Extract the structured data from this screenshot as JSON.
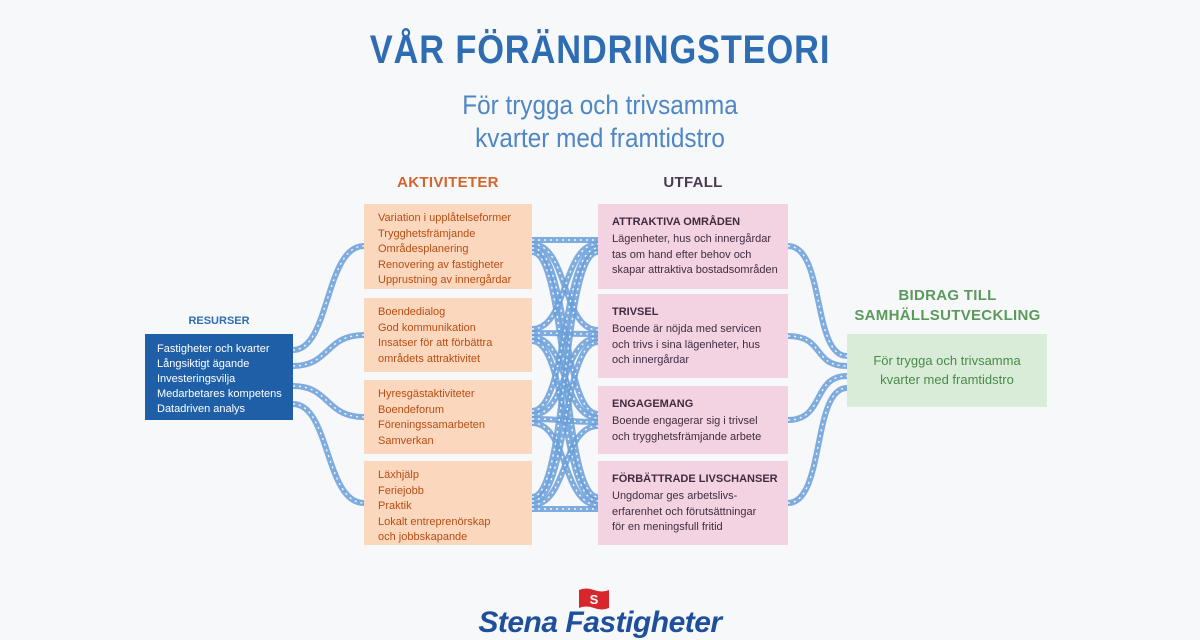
{
  "title": "VÅR FÖRÄNDRINGSTEORI",
  "subtitle_lines": [
    "För trygga och trivsamma",
    "kvarter med framtidstro"
  ],
  "columns": {
    "aktiviteter": "AKTIVITETER",
    "utfall": "UTFALL",
    "bidrag": [
      "BIDRAG TILL",
      "SAMHÄLLSUTVECKLING"
    ]
  },
  "resurser": {
    "label": "RESURSER",
    "items": [
      "Fastigheter och kvarter",
      "Långsiktigt ägande",
      "Investeringsvilja",
      "Medarbetares kompetens",
      "Datadriven analys"
    ]
  },
  "aktiviteter": [
    {
      "items": [
        "Variation i upplåtelseformer",
        "Trygghetsfrämjande",
        "Områdesplanering",
        "Renovering av fastigheter",
        "Upprustning av innergårdar"
      ]
    },
    {
      "items": [
        "Boendedialog",
        "God kommunikation",
        "Insatser för att förbättra",
        "områdets attraktivitet"
      ]
    },
    {
      "items": [
        "Hyresgästaktiviteter",
        "Boendeforum",
        "Föreningssamarbeten",
        "Samverkan"
      ]
    },
    {
      "items": [
        "Läxhjälp",
        "Feriejobb",
        "Praktik",
        "Lokalt entreprenörskap",
        "och jobbskapande"
      ]
    }
  ],
  "utfall": [
    {
      "title": "ATTRAKTIVA OMRÅDEN",
      "lines": [
        "Lägenheter, hus och innergårdar",
        "tas om hand efter behov och",
        "skapar attraktiva bostadsområden"
      ]
    },
    {
      "title": "TRIVSEL",
      "lines": [
        "Boende är nöjda med servicen",
        "och trivs i sina lägenheter, hus",
        "och innergårdar"
      ]
    },
    {
      "title": "ENGAGEMANG",
      "lines": [
        "Boende engagerar sig  i trivsel",
        "och trygghetsfrämjande arbete"
      ]
    },
    {
      "title": "FÖRBÄTTRADE LIVSCHANSER",
      "lines": [
        "Ungdomar ges arbetslivs-",
        "erfarenhet och förutsättningar",
        "för en meningsfull fritid"
      ]
    }
  ],
  "bidrag": {
    "lines": [
      "För trygga och trivsamma",
      "kvarter med framtidstro"
    ]
  },
  "logo": {
    "flag_letter": "S",
    "text": "Stena Fastigheter"
  },
  "colors": {
    "title": "#2f6db3",
    "flow": "#6a9fd8",
    "resurser_box": "#1f5fa8",
    "aktiviteter_box": "#fbd8bd",
    "aktiviteter_text": "#b84d14",
    "utfall_box": "#f3d2e2",
    "bidrag_box": "#d9ecd7",
    "bidrag_text": "#4a8a4a",
    "logo_red": "#d8262d"
  }
}
